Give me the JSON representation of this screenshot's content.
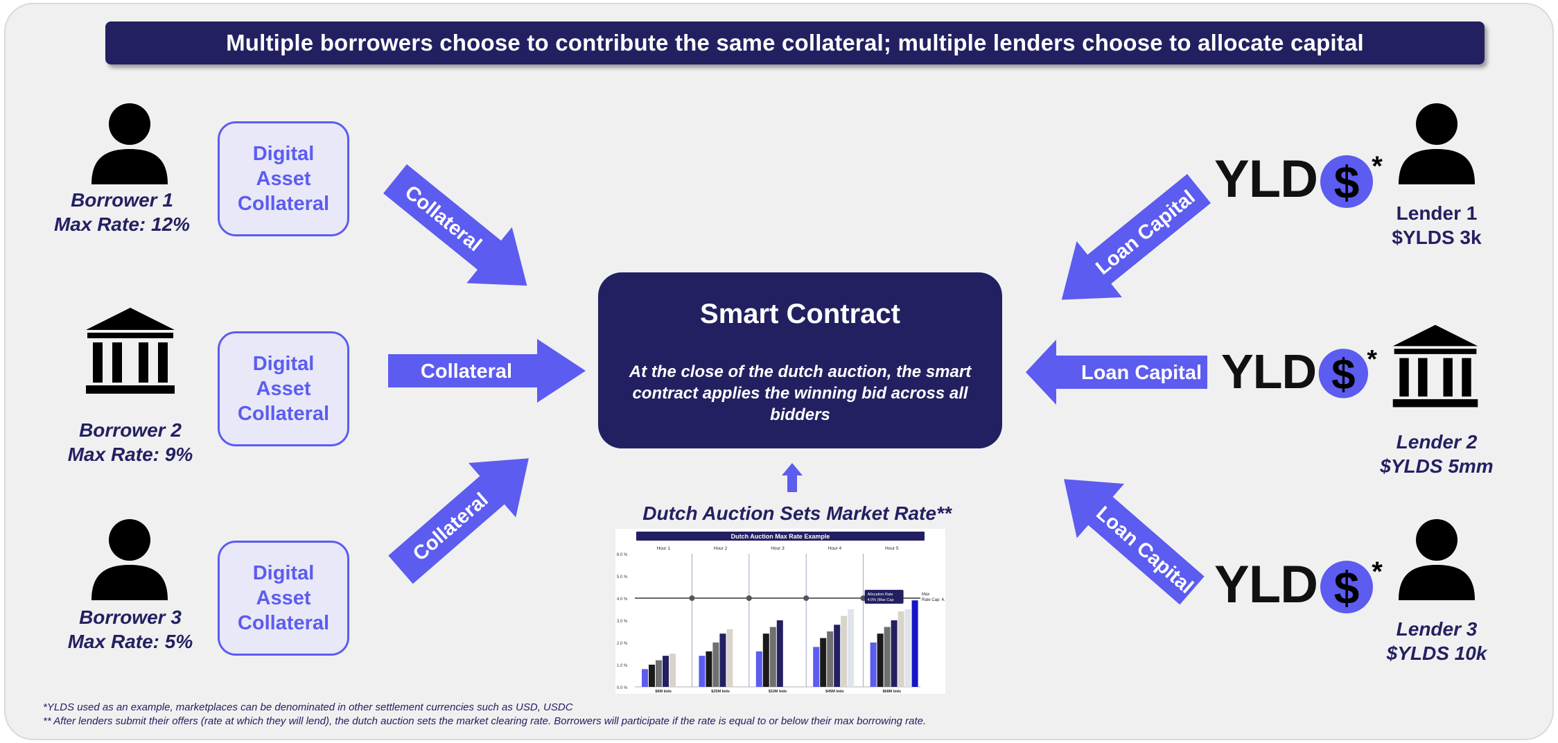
{
  "banner": {
    "text": "Multiple borrowers choose to contribute the same collateral; multiple lenders choose to allocate capital"
  },
  "borrowers": [
    {
      "name": "Borrower 1",
      "rate": "Max Rate: 12%",
      "icon": "person-icon"
    },
    {
      "name": "Borrower 2",
      "rate": "Max Rate: 9%",
      "icon": "bank-icon"
    },
    {
      "name": "Borrower 3",
      "rate": "Max Rate: 5%",
      "icon": "person-icon"
    }
  ],
  "asset_box": {
    "line1": "Digital",
    "line2": "Asset",
    "line3": "Collateral"
  },
  "arrows": {
    "collateral": "Collateral",
    "loan_capital": "Loan Capital"
  },
  "smart_contract": {
    "title": "Smart Contract",
    "body": "At the close of the dutch auction, the smart contract applies the winning bid across all bidders"
  },
  "lenders": [
    {
      "name": "Lender 1",
      "amount": "$YLDS 3k",
      "icon": "person-icon"
    },
    {
      "name": "Lender 2",
      "amount": "$YLDS 5mm",
      "icon": "bank-icon"
    },
    {
      "name": "Lender 3",
      "amount": "$YLDS 10k",
      "icon": "person-icon"
    }
  ],
  "logo": {
    "text": "YLD",
    "symbol": "$",
    "mark": "*"
  },
  "chart_caption": "Dutch Auction Sets Market Rate**",
  "chart_data": {
    "type": "bar",
    "title": "Dutch Auction Max Rate Example",
    "categories": [
      "$6M bids",
      "$25M bids",
      "$32M bids",
      "$45M bids",
      "$68M bids"
    ],
    "hour_labels": [
      "Hour 1",
      "Hour 2",
      "Hour 3",
      "Hour 4",
      "Hour 5"
    ],
    "yticks": [
      "0.0 %",
      "1.0 %",
      "2.0 %",
      "3.0 %",
      "4.0 %",
      "5.0 %",
      "6.0 %"
    ],
    "ylim": [
      0,
      6
    ],
    "max_rate_line": 4.0,
    "callout": [
      "Allocation Rate",
      "4.0% (Max Cap"
    ],
    "right_note": [
      "Max",
      "Rate Cap: 4."
    ],
    "series_colors": [
      "#5c5cf0",
      "#1a1a1a",
      "#707070",
      "#232061",
      "#d8d4cc",
      "#e0e4ea",
      "#1414c8"
    ],
    "groups": [
      [
        0.8,
        1.0,
        1.2,
        1.4,
        1.5
      ],
      [
        1.4,
        1.6,
        2.0,
        2.4,
        2.6
      ],
      [
        1.6,
        2.4,
        2.7,
        3.0
      ],
      [
        1.8,
        2.2,
        2.5,
        2.8,
        3.2,
        3.5
      ],
      [
        2.0,
        2.4,
        2.7,
        3.0,
        3.4,
        3.5,
        3.9
      ]
    ]
  },
  "footnotes": [
    "*YLDS used as an example,  marketplaces  can be denominated  in other settlement  currencies such as USD, USDC",
    "** After lenders submit their offers (rate at which they will lend), the dutch auction sets the market clearing rate. Borrowers will participate  if the rate is equal to or below their max borrowing rate."
  ],
  "colors": {
    "navy": "#232061",
    "accent": "#5c5cf0",
    "panel": "#f0f0f1"
  }
}
